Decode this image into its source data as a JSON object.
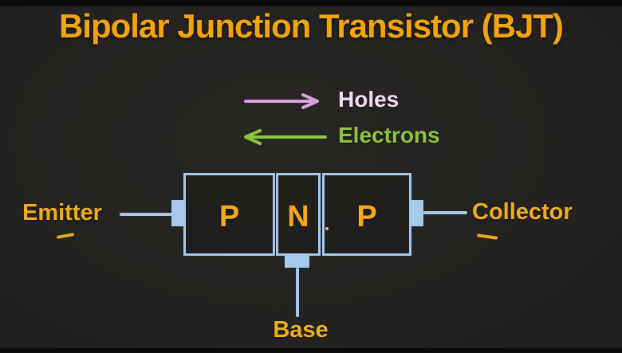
{
  "title": "Bipolar Junction Transistor (BJT)",
  "legend": {
    "holes_label": "Holes",
    "electrons_label": "Electrons"
  },
  "diagram": {
    "type": "PNP transistor",
    "regions": [
      {
        "label": "P"
      },
      {
        "label": "N"
      },
      {
        "label": "P"
      }
    ],
    "terminals": {
      "emitter_label": "Emitter",
      "base_label": "Base",
      "collector_label": "Collector"
    }
  },
  "colors": {
    "background": "#262422",
    "letterbox": "#0b0b0b",
    "title_gold": "#f2a40c",
    "terminal_label_gold": "#f0ae1c",
    "region_letter_gold": "#f5a81c",
    "diagram_outline_blue": "#a6c9ec",
    "holes_arrow_pink": "#d8a2da",
    "holes_text_pink": "#f2dcf4",
    "electrons_green": "#8cc342"
  }
}
